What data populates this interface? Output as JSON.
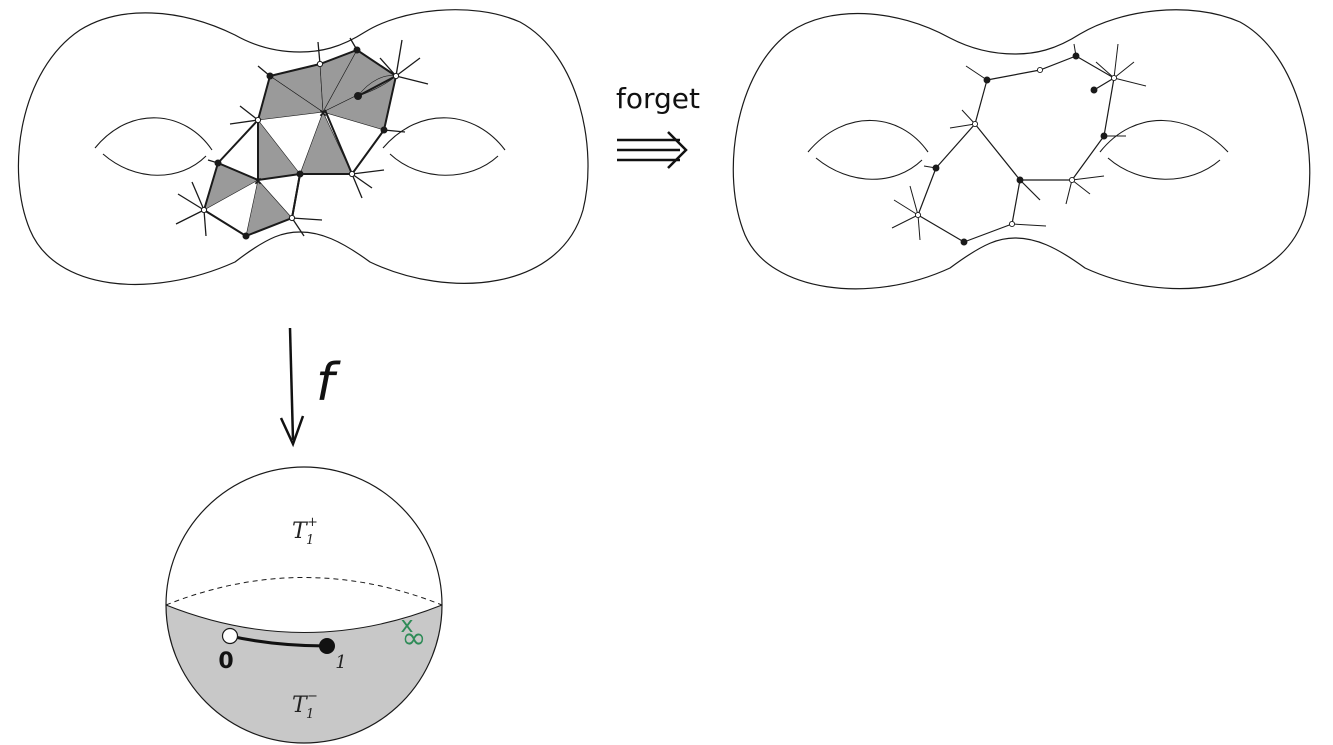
{
  "labels": {
    "forget": "forget",
    "f": "f",
    "t_plus_main": "T",
    "t_plus_sub": "1",
    "t_plus_sup": "+",
    "t_minus_main": "T",
    "t_minus_sub": "1",
    "t_minus_sup": "−",
    "zero": "0",
    "one": "1",
    "infinity": "∞"
  },
  "colors": {
    "outline": "#1a1a1a",
    "shaded": "#9a9a9a",
    "lower_hemisphere": "#c8c8c8",
    "infinity_mark": "#2e8b57"
  }
}
